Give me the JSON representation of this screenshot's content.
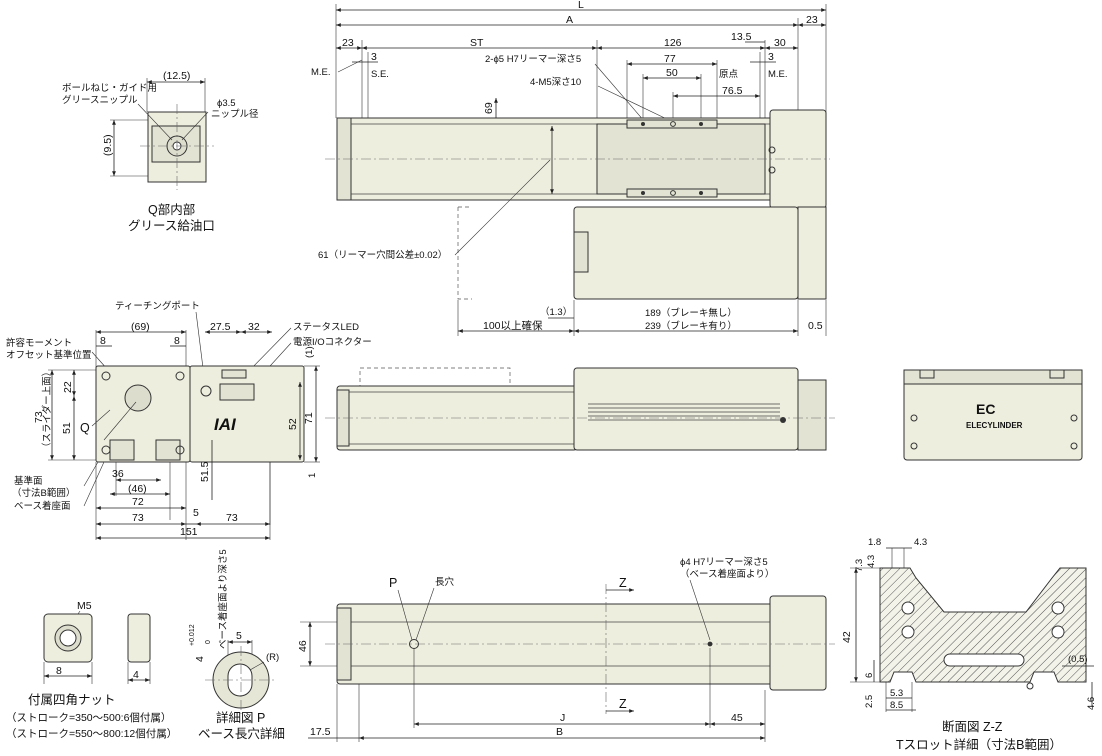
{
  "top_view": {
    "dim_L": "L",
    "dim_A": "A",
    "dim_23_right": "23",
    "dim_23_left": "23",
    "dim_3_left": "3",
    "dim_ST": "ST",
    "dim_126": "126",
    "dim_13_5": "13.5",
    "dim_3_right": "3",
    "dim_30": "30",
    "dim_77": "77",
    "dim_50": "50",
    "dim_76_5": "76.5",
    "dim_69": "69",
    "me_left": "M.E.",
    "se": "S.E.",
    "me_right": "M.E.",
    "origin": "原点",
    "reamer_note": "2-ϕ5 H7リーマー深さ5",
    "tap_note": "4-M5深さ10",
    "reamer_pitch": "61（リーマー穴間公差±0.02）",
    "dim_1_3": "（1.3）",
    "clearance": "100以上確保",
    "brake_none": "189（ブレーキ無し）",
    "brake_with": "239（ブレーキ有り）",
    "dim_0_5": "0.5"
  },
  "detail_q": {
    "dim_12_5": "(12.5)",
    "dim_9_5": "(9.5)",
    "nipple_label1": "ボールねじ・ガイド用",
    "nipple_label2": "グリースニップル",
    "phi": "ϕ3.5",
    "phi_label": "ニップル径",
    "caption1": "Q部内部",
    "caption2": "グリース給油口"
  },
  "end_view": {
    "teaching_port": "ティーチングポート",
    "status_led": "ステータスLED",
    "power_io": "電源I/Oコネクター",
    "moment_ref1": "許容モーメント",
    "moment_ref2": "オフセット基準位置",
    "dim_69": "(69)",
    "dim_8a": "8",
    "dim_8b": "8",
    "dim_27_5": "27.5",
    "dim_32": "32",
    "dim_22": "22",
    "dim_51": "51",
    "dim_73": "73",
    "dim_73_note": "（スライダー上面）",
    "label_Q": "Q",
    "dim_36": "36",
    "dim_46": "(46)",
    "dim_72": "72",
    "dim_73b": "73",
    "dim_5": "5",
    "dim_73c": "73",
    "dim_151": "151",
    "dim_52": "52",
    "dim_71": "71",
    "dim_1a": "(1)",
    "dim_1b": "1",
    "dim_51_5": "51.5",
    "datum1": "基準面",
    "datum2": "（寸法B範囲）",
    "base_face": "ベース着座面",
    "logo": "IAI"
  },
  "right_end": {
    "logo": "ELECYLINDER"
  },
  "bottom_view": {
    "label_P": "P",
    "slot": "長穴",
    "reamer": "ϕ4 H7リーマー深さ5",
    "reamer2": "（ベース着座面より）",
    "z": "Z",
    "z2": "Z",
    "dim_46": "46",
    "dim_J": "J",
    "dim_45": "45",
    "dim_B": "B",
    "dim_17_5": "17.5"
  },
  "nut": {
    "m5": "M5",
    "dim_8": "8",
    "dim_4": "4",
    "caption1": "付属四角ナット",
    "caption2": "（ストローク=350～500:6個付属）",
    "caption3": "（ストローク=550～800:12個付属）"
  },
  "detail_p": {
    "depth_note": "ベース着座面より深さ5",
    "tol": "4",
    "tol_up": "+0.012",
    "tol_dn": "0",
    "dim_5": "5",
    "r": "(R)",
    "caption1": "詳細図 P",
    "caption2": "ベース長穴詳細"
  },
  "section": {
    "dim_1_8": "1.8",
    "dim_4_3a": "4.3",
    "dim_7_3": "7.3",
    "dim_4_3b": "4.3",
    "dim_42": "42",
    "dim_6": "6",
    "dim_2_5": "2.5",
    "dim_5_3": "5.3",
    "dim_8_5": "8.5",
    "dim_0_5": "(0.5)",
    "dim_4_6": "4.6",
    "caption1": "断面図 Z-Z",
    "caption2": "Tスロット詳細（寸法B範囲）"
  }
}
